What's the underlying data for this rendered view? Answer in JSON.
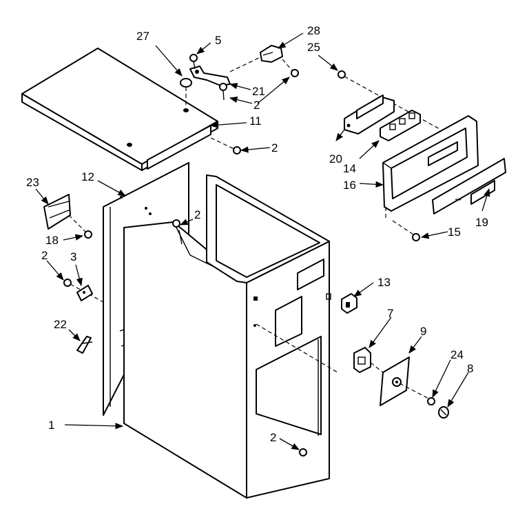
{
  "diagram": {
    "parts": [
      {
        "id": "p1",
        "number": "1"
      },
      {
        "id": "p2a",
        "number": "2"
      },
      {
        "id": "p2b",
        "number": "2"
      },
      {
        "id": "p2c",
        "number": "2"
      },
      {
        "id": "p2d",
        "number": "2"
      },
      {
        "id": "p2e",
        "number": "2"
      },
      {
        "id": "p3",
        "number": "3"
      },
      {
        "id": "p5",
        "number": "5"
      },
      {
        "id": "p7",
        "number": "7"
      },
      {
        "id": "p8",
        "number": "8"
      },
      {
        "id": "p9",
        "number": "9"
      },
      {
        "id": "p11",
        "number": "11"
      },
      {
        "id": "p12",
        "number": "12"
      },
      {
        "id": "p13",
        "number": "13"
      },
      {
        "id": "p14",
        "number": "14"
      },
      {
        "id": "p15",
        "number": "15"
      },
      {
        "id": "p16",
        "number": "16"
      },
      {
        "id": "p18",
        "number": "18"
      },
      {
        "id": "p19",
        "number": "19"
      },
      {
        "id": "p20",
        "number": "20"
      },
      {
        "id": "p21",
        "number": "21"
      },
      {
        "id": "p22",
        "number": "22"
      },
      {
        "id": "p23",
        "number": "23"
      },
      {
        "id": "p24",
        "number": "24"
      },
      {
        "id": "p25",
        "number": "25"
      },
      {
        "id": "p27",
        "number": "27"
      },
      {
        "id": "p28",
        "number": "28"
      }
    ]
  }
}
